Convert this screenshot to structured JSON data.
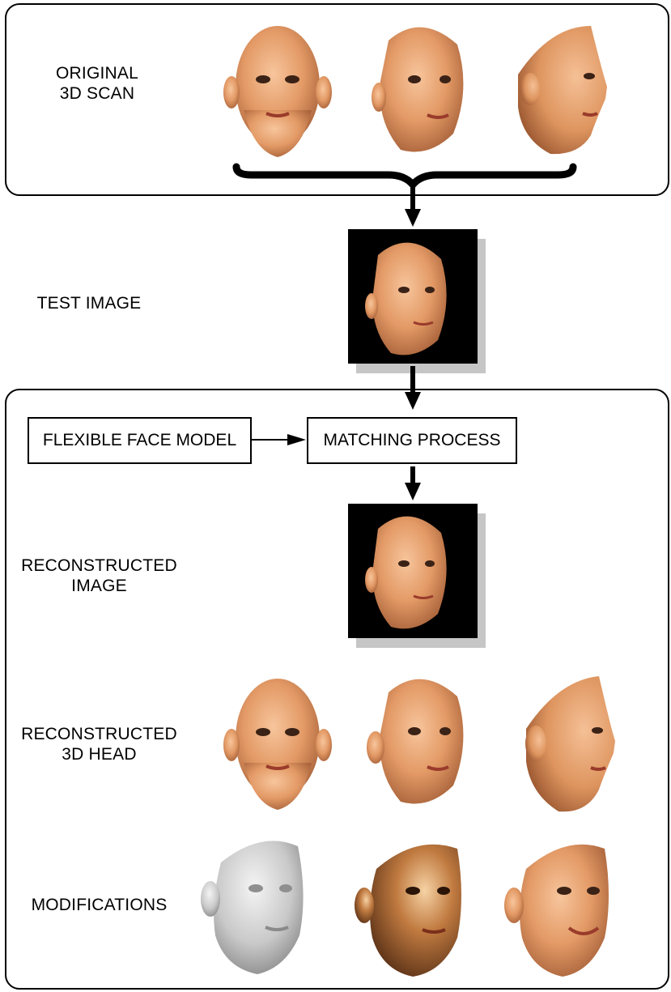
{
  "labels": {
    "original_line1": "ORIGINAL",
    "original_line2": "3D SCAN",
    "test_image": "TEST IMAGE",
    "flexible_face_model": "FLEXIBLE FACE MODEL",
    "matching_process": "MATCHING PROCESS",
    "reconstructed_image_line1": "RECONSTRUCTED",
    "reconstructed_image_line2": "IMAGE",
    "reconstructed_head_line1": "RECONSTRUCTED",
    "reconstructed_head_line2": "3D HEAD",
    "modifications": "MODIFICATIONS"
  },
  "colors": {
    "skin_light": "#f2b58a",
    "skin_mid": "#d98a57",
    "skin_dark": "#9a5a32",
    "gray_model": "#d4d4d4",
    "bronze": "#b8743d",
    "shadow": "#c6c6c6"
  }
}
